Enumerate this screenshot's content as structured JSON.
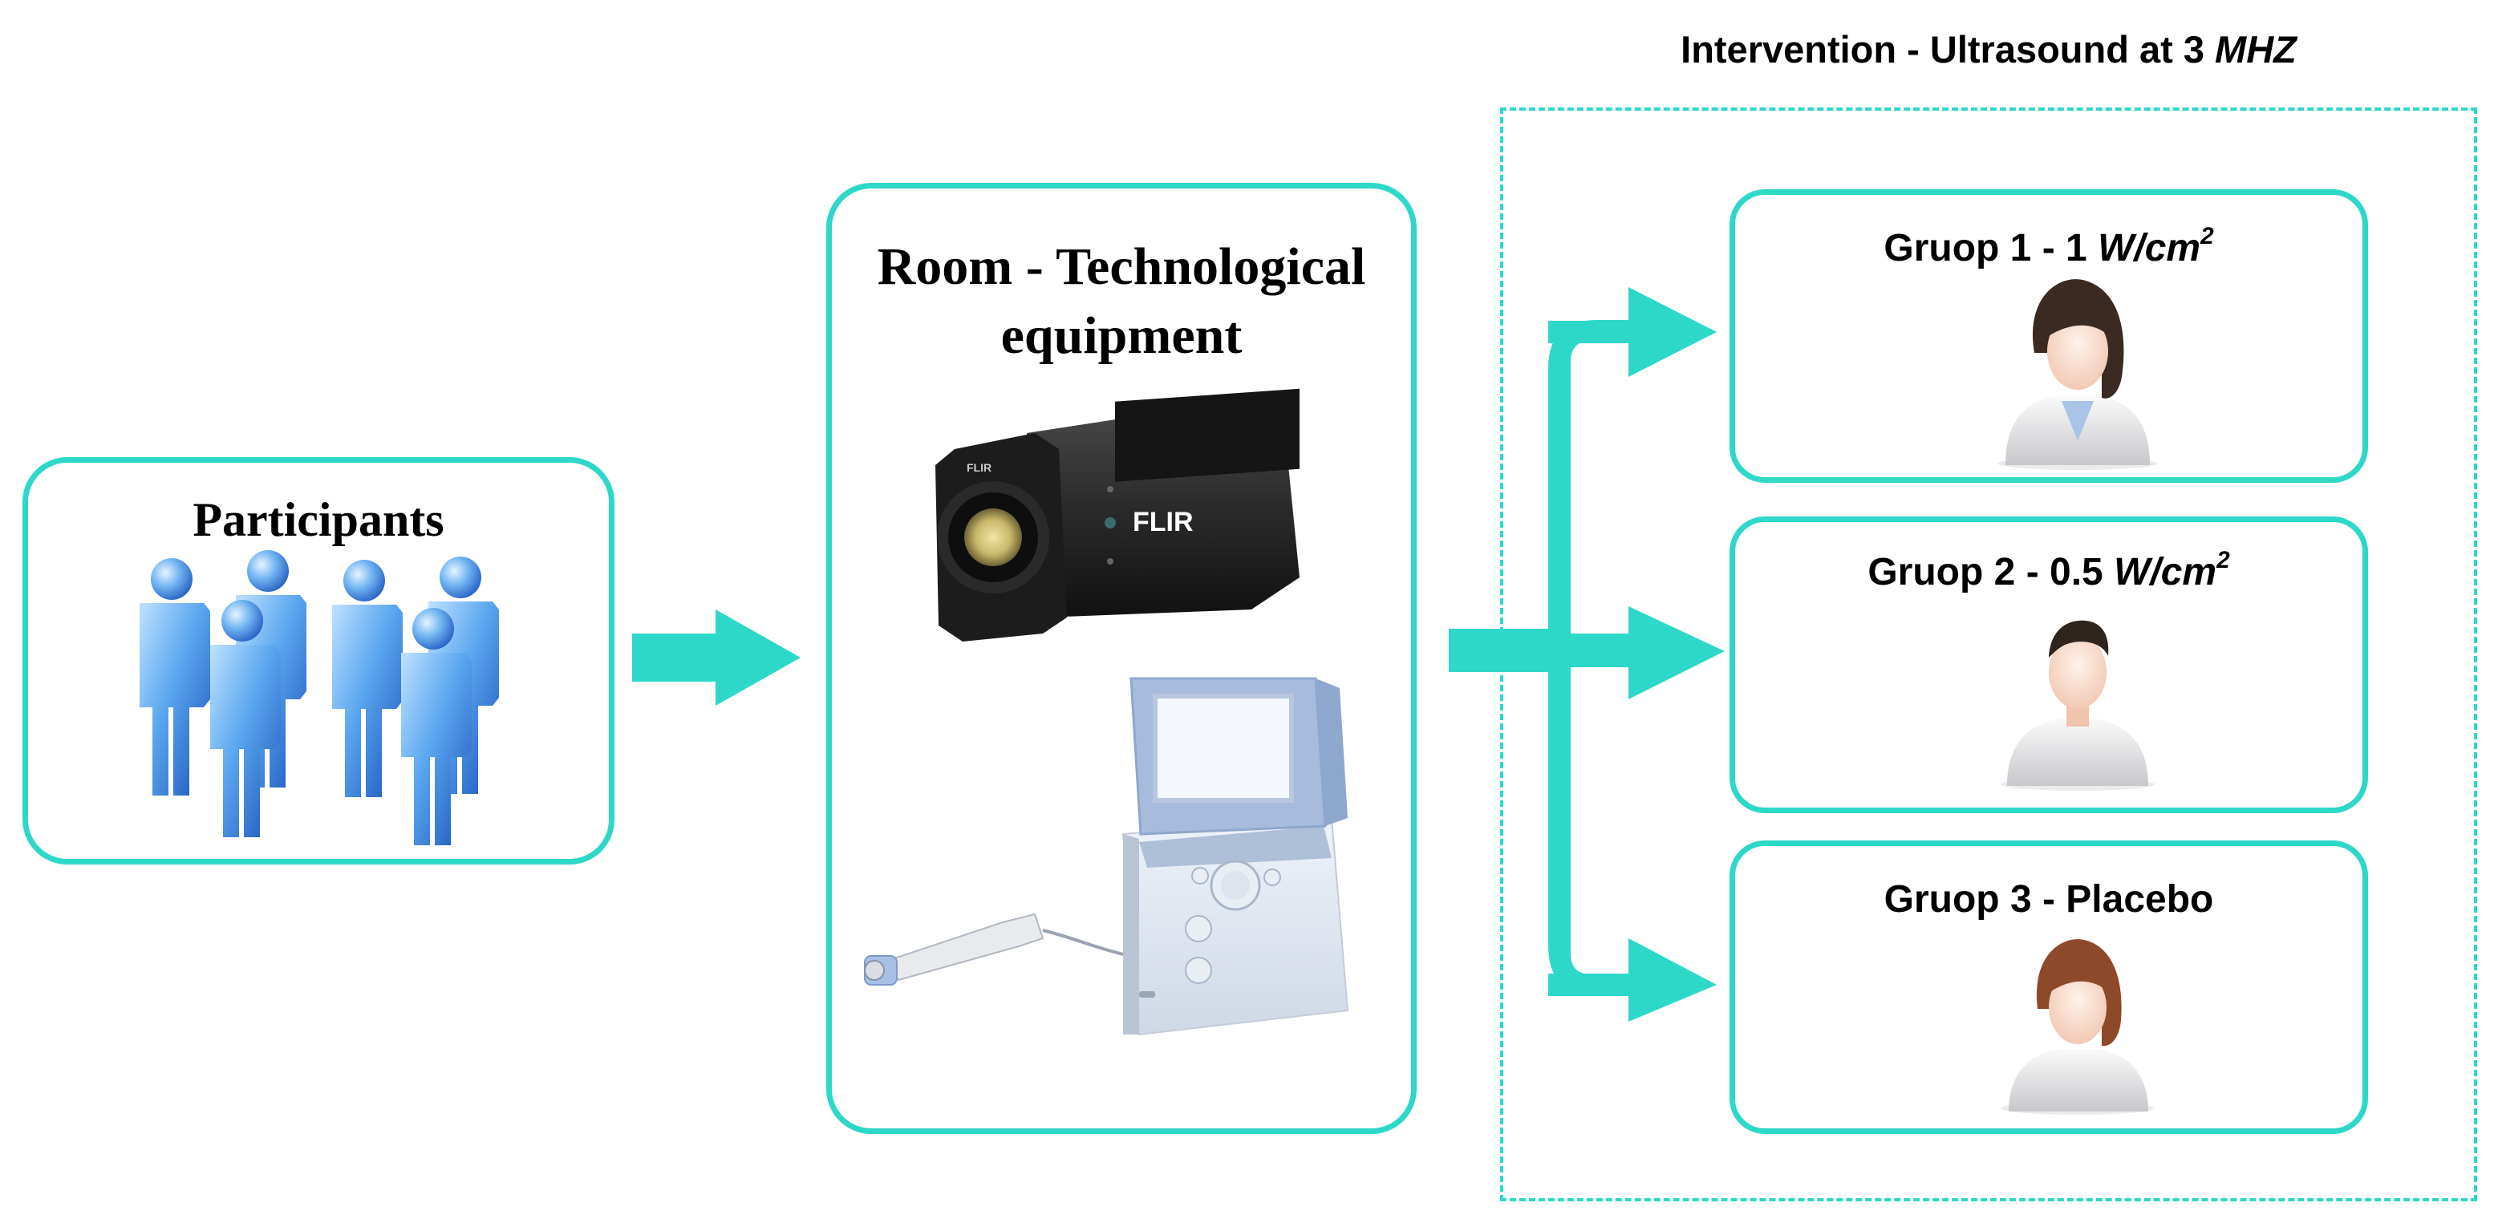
{
  "diagram": {
    "intervention_title": {
      "text": "Intervention - Ultrasound at 3 ",
      "unit": "MHZ"
    },
    "participants": {
      "label": "Participants",
      "icon": "people-group-icon"
    },
    "room": {
      "title_line1": "Room - Technological",
      "title_line2": "equipment",
      "camera": {
        "icon": "thermal-camera-icon",
        "brand_label": "FLIR",
        "brand_label_small": "FLIR"
      },
      "ultrasound_device": {
        "icon": "ultrasound-device-icon"
      }
    },
    "groups": [
      {
        "prefix": "Gruop 1 - 1 ",
        "unit": "W/cm",
        "sup": "2",
        "icon": "woman-avatar-icon"
      },
      {
        "prefix": "Gruop 2 - 0.5 ",
        "unit": "W/cm",
        "sup": "2",
        "icon": "man-avatar-icon"
      },
      {
        "prefix": "Gruop 3 - Placebo",
        "unit": "",
        "sup": "",
        "icon": "woman-avatar-icon"
      }
    ],
    "colors": {
      "accent": "#2dd8c9",
      "people_blue": "#3a8ee8",
      "people_blue_dark": "#1a4fb8"
    }
  }
}
